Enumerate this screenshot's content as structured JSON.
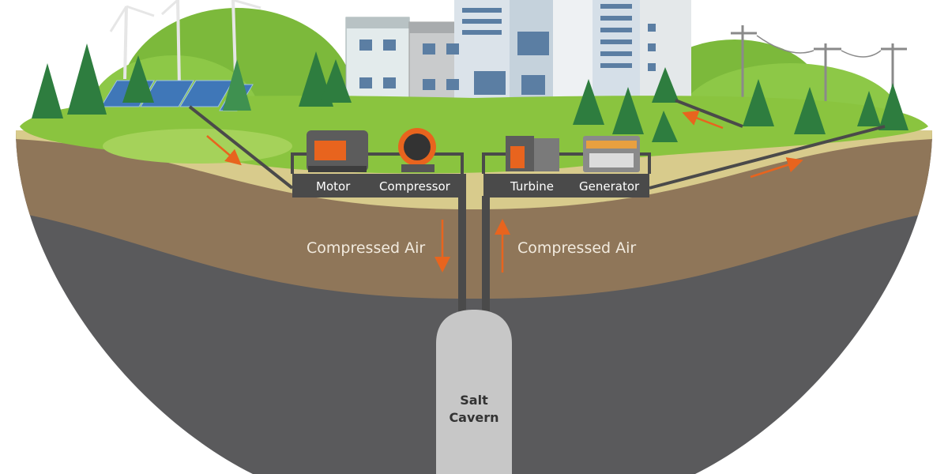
{
  "components": {
    "motor": "Motor",
    "compressor": "Compressor",
    "turbine": "Turbine",
    "generator": "Generator"
  },
  "air_flow": {
    "down_label": "Compressed Air",
    "up_label": "Compressed Air"
  },
  "cavern": {
    "line1": "Salt",
    "line2": "Cavern"
  },
  "colors": {
    "grass": "#8ac43f",
    "grass_light": "#a5d25a",
    "sand": "#d8cb8c",
    "soil": "#8f7659",
    "rock": "#5a5a5c",
    "cavern": "#c7c7c7",
    "pipe": "#4a4a4a",
    "flow_arrow": "#e8641e"
  },
  "icons": [
    "wind-turbine-icon",
    "solar-panel-icon",
    "building-icon",
    "power-pylon-icon",
    "tree-icon"
  ]
}
